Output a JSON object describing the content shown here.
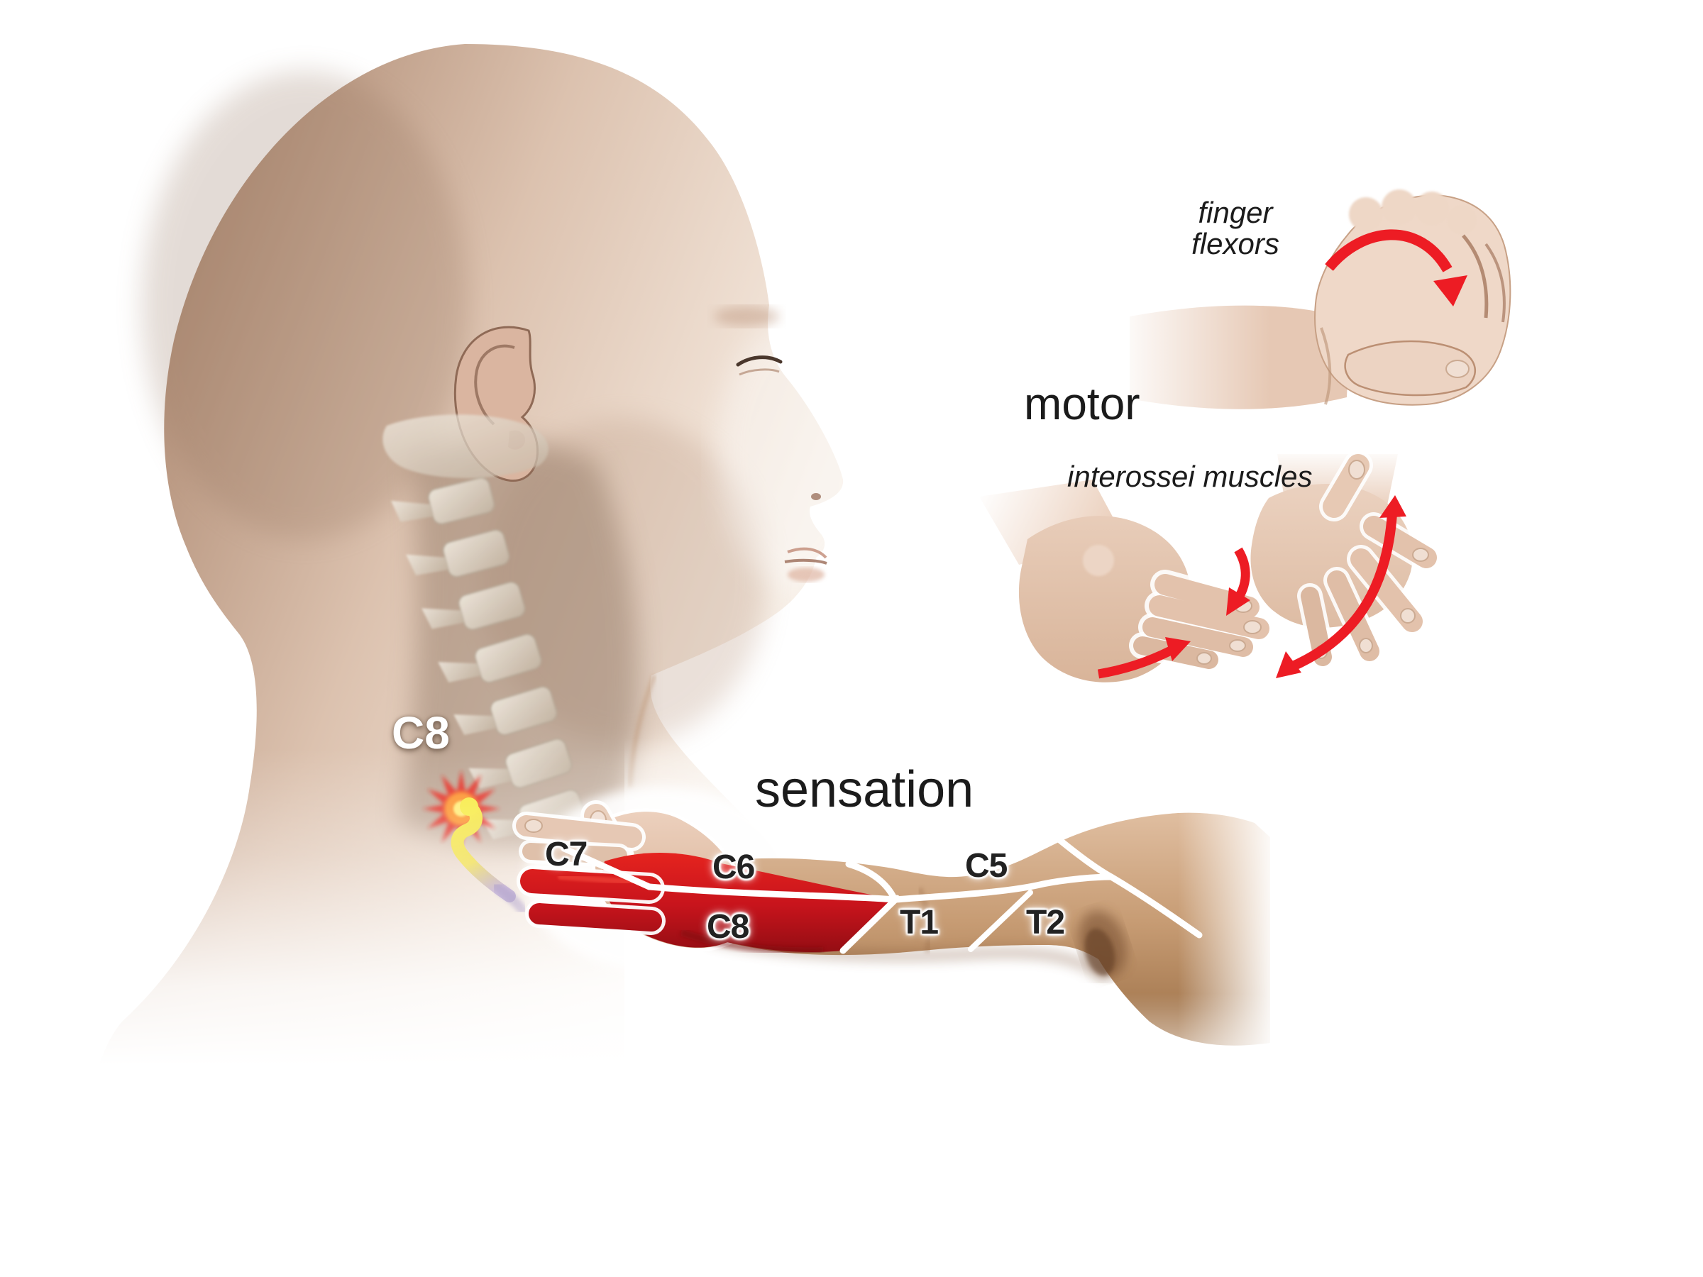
{
  "illustration": {
    "condition_label": "C8",
    "motor": {
      "title": "motor",
      "finger_flexors": {
        "line1": "finger",
        "line2": "flexors"
      },
      "interossei": "interossei muscles"
    },
    "sensation": {
      "title": "sensation",
      "highlighted_dermatome": "C8",
      "dermatomes": {
        "c7": "C7",
        "c6": "C6",
        "c5": "C5",
        "c8": "C8",
        "t1": "T1",
        "t2": "T2"
      }
    },
    "colors": {
      "dermatome_highlight_red": "#d41a22",
      "arrow_red": "#ed1c24",
      "nerve_root_yellow": "#f5e73b",
      "nerve_fade_purple": "#6f55a0",
      "inflammation_red": "#e8251f",
      "dermatome_label_text": "#222222",
      "nerve_label_text": "#ffffff"
    }
  }
}
